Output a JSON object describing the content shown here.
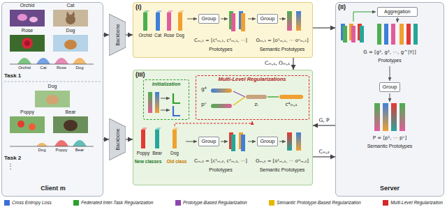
{
  "diagram": {
    "nodes": [
      {
        "text": [
          "Client m"
        ]
      },
      {
        "text": [
          "Backbone"
        ]
      },
      {
        "text": [
          "Backbone"
        ]
      },
      {
        "text": [
          "(I)"
        ]
      },
      {
        "text": [
          "Group"
        ],
        "in": 3
      },
      {
        "text": [
          "Group"
        ],
        "in": 3
      },
      {
        "text": [
          "(III)"
        ]
      },
      {
        "text": [
          "Initialization"
        ],
        "in": 6
      },
      {
        "text": [
          "Multi-Level Regularizations"
        ],
        "in": 6
      },
      {
        "text": [
          "Group"
        ],
        "in": 6
      },
      {
        "text": [
          "Group"
        ],
        "in": 6
      },
      {
        "text": [
          "(II)",
          "Server"
        ]
      },
      {
        "text": [
          "Aggregation"
        ],
        "in": 11
      },
      {
        "text": [
          "Group"
        ],
        "in": 11
      }
    ],
    "edges": [
      {
        "from": 0,
        "to": 1,
        "arrow": "to"
      },
      {
        "from": 0,
        "to": 2,
        "arrow": "to"
      },
      {
        "from": 1,
        "to": 3,
        "arrow": "to"
      },
      {
        "from": 2,
        "to": 6,
        "arrow": "to"
      },
      {
        "from": 3,
        "to": 11,
        "arrow": "to"
      },
      {
        "from": 3,
        "to": 6,
        "label": "Cₘ,₁, Oₘ,₁",
        "arrow": "to"
      },
      {
        "from": 11,
        "to": 6,
        "label": "G, P",
        "arrow": "to"
      },
      {
        "from": 6,
        "to": 11,
        "label": "Cₘ,₂",
        "arrow": "to"
      }
    ],
    "labels": [
      "Orchid",
      "Cat",
      "Rose",
      "Dog",
      "Orchid",
      "Cat",
      "Rose",
      "Dog",
      "Task 1",
      "Dog",
      "Poppy",
      "Bear",
      "Dog",
      "Poppy",
      "Bear",
      "Task 2",
      "⋮",
      "Orchid",
      "Cat",
      "Rose",
      "Dog",
      "Cₘ,₁ = [c¹ₘ,₁, c²ₘ,₁, ⋯]",
      "Oₘ,₁ = [o¹ₘ,₁, ⋯ oᵘₘ,₁]",
      "Prototypes",
      "Semantic Prototypes",
      "g⁴",
      "pᵛ",
      "zᵢ",
      "c⁴ₘ,₁",
      "Poppy",
      "Bear",
      "Dog",
      "New classes",
      "Old class",
      "Cₘ,₂ = [c¹ₘ,₂, c²ₘ,₂, ⋯]",
      "Oₘ,₂ = [o¹ₘ,₂, ⋯ oʷₘ,₂]",
      "Prototypes",
      "Semantic Prototypes",
      "G = [g¹, g², ⋯, g^|Y|]",
      "Prototypes",
      "P = [p¹, ⋯ pᵛ]",
      "Semantic Prototypes"
    ],
    "legend": [
      {
        "text": "Cross Entropy Loss",
        "color": "#3b6fd6"
      },
      {
        "text": "Federated Inter-Task Regularization",
        "color": "#2ca02c"
      },
      {
        "text": "Prototype-Based Regularization",
        "color": "#8e44ad"
      },
      {
        "text": "Semantic Prototype-Based Regularization",
        "color": "#e6b800"
      },
      {
        "text": "Multi-Level Regularization",
        "color": "#d62728"
      }
    ]
  }
}
